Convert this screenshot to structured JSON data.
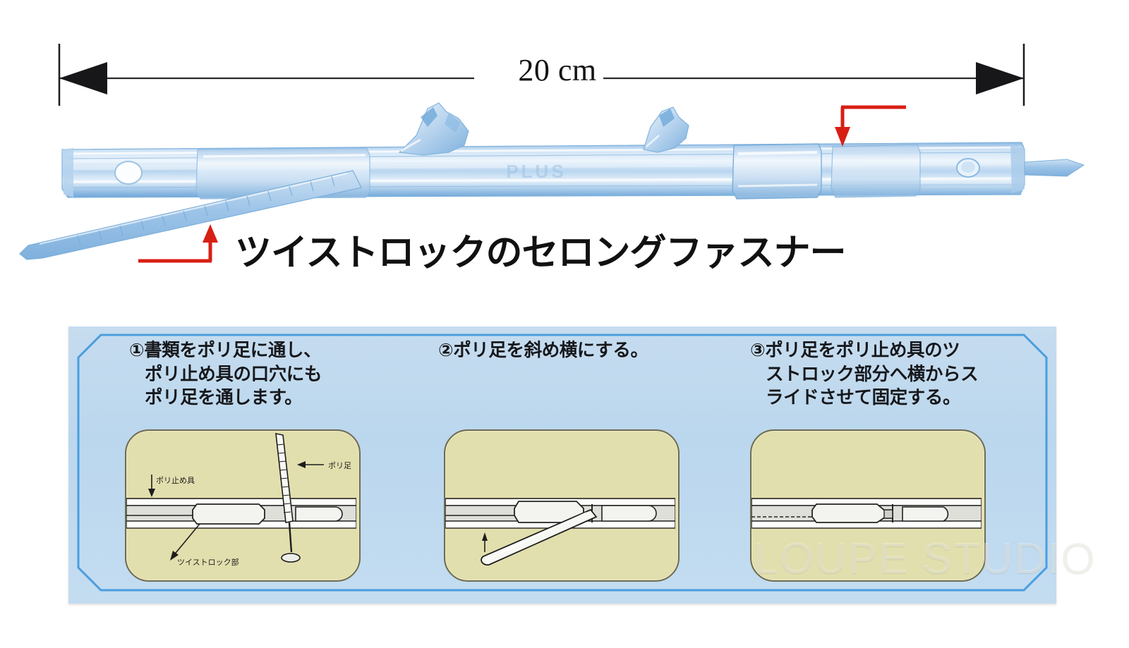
{
  "dimension": {
    "label": "20 cm",
    "value": 20,
    "unit": "cm",
    "left_arrow_icon": "arrow-left-icon",
    "right_arrow_icon": "arrow-right-icon"
  },
  "product": {
    "caption": "ツイストロックのセロングファスナー",
    "embossed_text": "PLUS",
    "color_hex": "#a8c9e8",
    "callout_bottom_icon": "red-arrow-up-icon",
    "callout_top_icon": "red-arrow-down-icon",
    "callout_color_hex": "#d81f14"
  },
  "instructions": {
    "panel_bg_hex": "#c2daef",
    "panel_border_hex": "#4a9ede",
    "figure_bg_hex": "#e2dfae",
    "steps": [
      {
        "number": "①",
        "lines": [
          "①書類をポリ足に通し、",
          "ポリ止め具の口穴にも",
          "ポリ足を通します。"
        ],
        "figure_labels": [
          {
            "text": "ポリ止め具",
            "icon": "arrow-down-icon"
          },
          {
            "text": "ポリ足",
            "icon": "arrow-left-icon"
          },
          {
            "text": "ツイストロック部",
            "icon": "leader-line-icon"
          }
        ]
      },
      {
        "number": "②",
        "lines": [
          "②ポリ足を斜め横にする。"
        ],
        "figure_labels": [
          {
            "text": "",
            "icon": "arrow-up-icon"
          }
        ]
      },
      {
        "number": "③",
        "lines": [
          "③ポリ足をポリ止め具のツ",
          "ストロック部分へ横からス",
          "ライドさせて固定する。"
        ],
        "figure_labels": []
      }
    ]
  },
  "watermark": {
    "text": "LOUPE STUDIO"
  }
}
